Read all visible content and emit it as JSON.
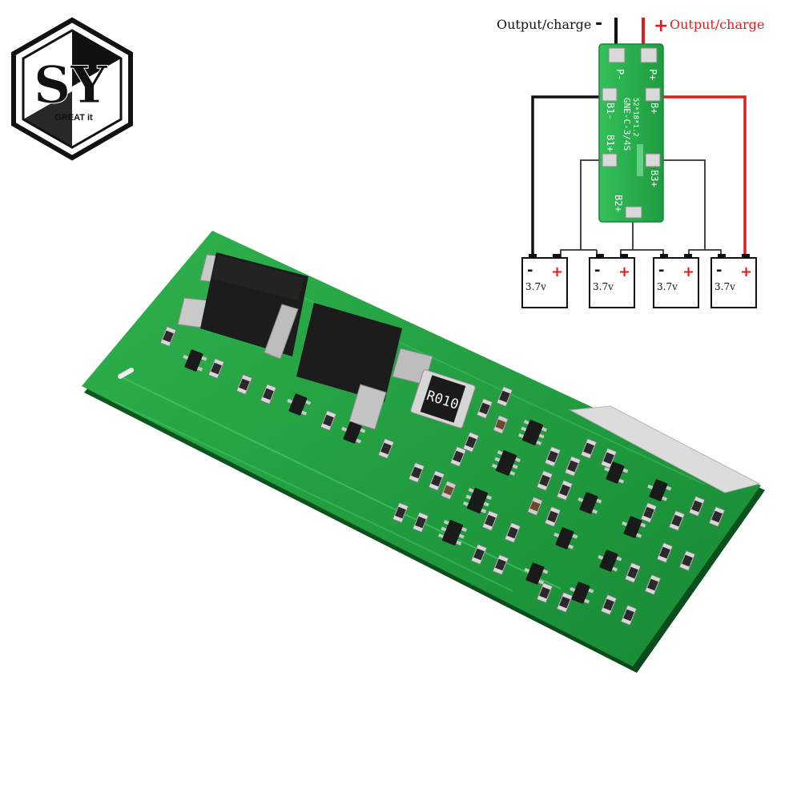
{
  "logo": {
    "letters": "SY",
    "tagline": "GREAT it"
  },
  "diagram": {
    "label_left": "Output/charge",
    "label_right": "Output/charge",
    "minus_sign": "-",
    "plus_sign": "+",
    "board_code": "GNE-C-3/4S",
    "board_code2": "52*18*1.2",
    "pads": {
      "p_minus": "P-",
      "p_plus": "P+",
      "b1_minus": "B1-",
      "b1_plus": "B1+",
      "b_plus": "B+",
      "b3_plus": "B3+",
      "b2_plus": "B2+"
    },
    "batteries": [
      {
        "voltage": "3.7v",
        "minus": "-",
        "plus": "+"
      },
      {
        "voltage": "3.7v",
        "minus": "-",
        "plus": "+"
      },
      {
        "voltage": "3.7v",
        "minus": "-",
        "plus": "+"
      },
      {
        "voltage": "3.7v",
        "minus": "-",
        "plus": "+"
      }
    ]
  },
  "pcb": {
    "resistor_label": "R010"
  },
  "colors": {
    "pcb_green": "#1e9a3c",
    "pcb_dark": "#0f6e28",
    "wire_red": "#e01b1b",
    "wire_black": "#111111"
  }
}
